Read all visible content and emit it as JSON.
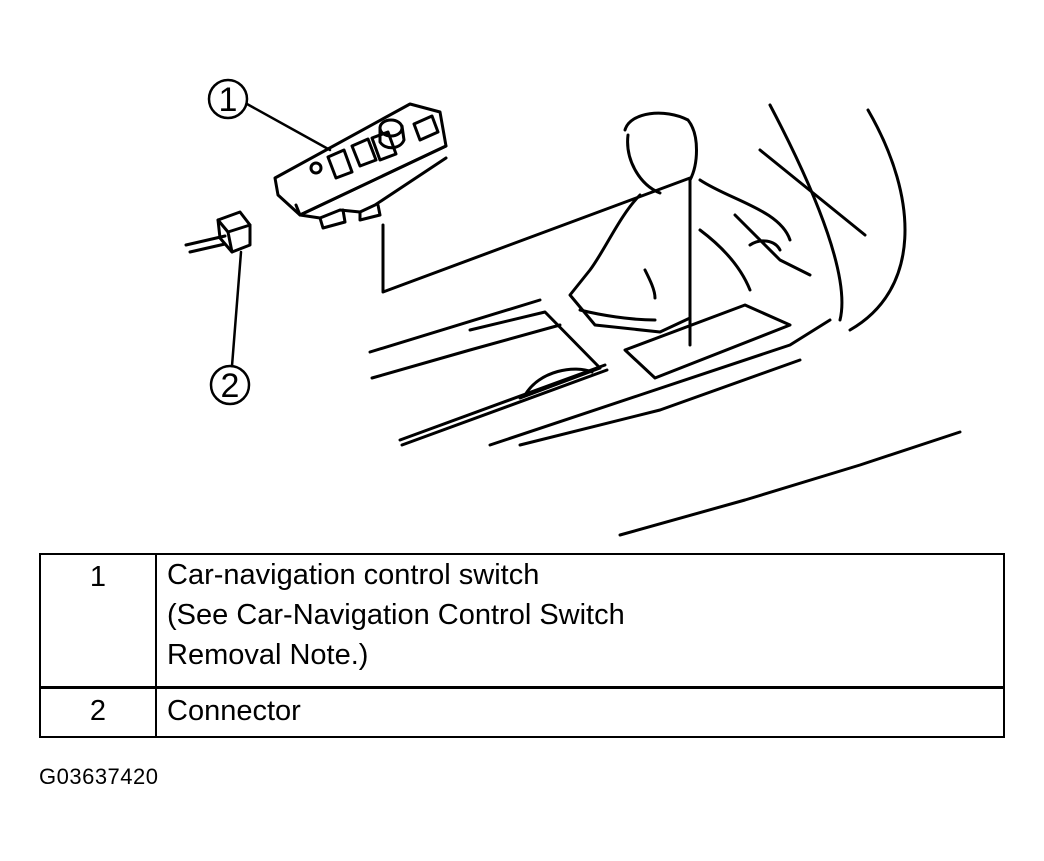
{
  "callouts": [
    {
      "number": "1",
      "part": "Car-navigation control switch"
    },
    {
      "number": "2",
      "part": "Connector"
    }
  ],
  "legend": {
    "rows": [
      {
        "number": "1",
        "lines": [
          "Car-navigation control switch",
          "(See  Car-Navigation Control Switch",
          "Removal Note.)"
        ]
      },
      {
        "number": "2",
        "lines": [
          "Connector"
        ]
      }
    ]
  },
  "figure_id": "G03637420"
}
